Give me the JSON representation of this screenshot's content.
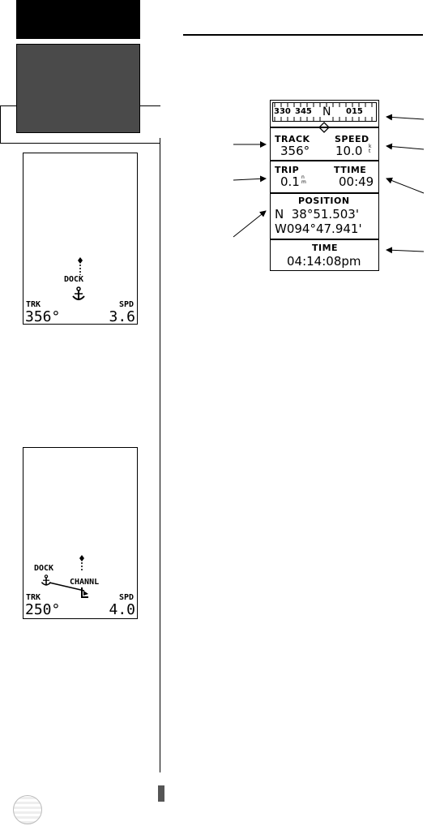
{
  "screen1": {
    "waypoint_label": "DOCK",
    "track_label": "TRK",
    "track_value": "356°",
    "speed_label": "SPD",
    "speed_value": "3.6"
  },
  "screen2": {
    "waypoint1_label": "DOCK",
    "waypoint2_label": "CHANNL",
    "track_label": "TRK",
    "track_value": "250°",
    "speed_label": "SPD",
    "speed_value": "4.0"
  },
  "position_page": {
    "compass_ticks": [
      "330",
      "345",
      "N",
      "015"
    ],
    "track_label": "TRACK",
    "track_value": "356°",
    "speed_label": "SPEED",
    "speed_value": "10.0",
    "speed_unit": "k t",
    "trip_label": "TRIP",
    "trip_value": "0.1",
    "trip_unit": "n m",
    "ttime_label": "TTIME",
    "ttime_value": "00:49",
    "position_label": "POSITION",
    "lat_value": "N  38°51.503'",
    "lon_value": "W094°47.941'",
    "time_label": "TIME",
    "time_value": "04:14:08pm"
  }
}
